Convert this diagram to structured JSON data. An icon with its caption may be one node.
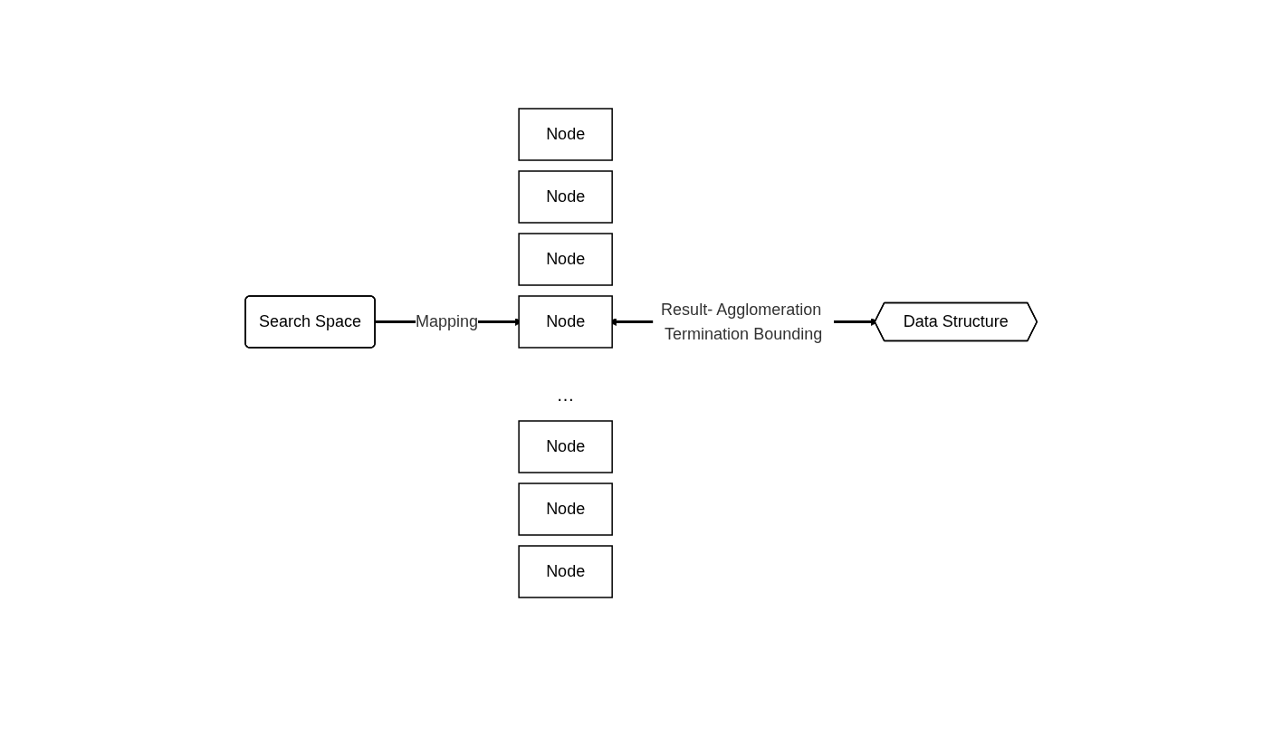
{
  "diagram": {
    "nodes": [
      {
        "text": [
          "Search Space"
        ]
      },
      {
        "text": [
          "Node"
        ]
      },
      {
        "text": [
          "Node"
        ]
      },
      {
        "text": [
          "Node"
        ]
      },
      {
        "text": [
          "Node"
        ]
      },
      {
        "text": [
          "Node"
        ]
      },
      {
        "text": [
          "Node"
        ]
      },
      {
        "text": [
          "Node"
        ]
      },
      {
        "text": [
          "Data Structure"
        ]
      }
    ],
    "edges": [
      {
        "from": 0,
        "to": 4,
        "arrow": "to",
        "label": "Mapping"
      },
      {
        "from": 4,
        "to": 8,
        "arrow": "both",
        "label": "Result- Agglomeration Termination Bounding"
      }
    ],
    "labels": [
      "…"
    ]
  }
}
